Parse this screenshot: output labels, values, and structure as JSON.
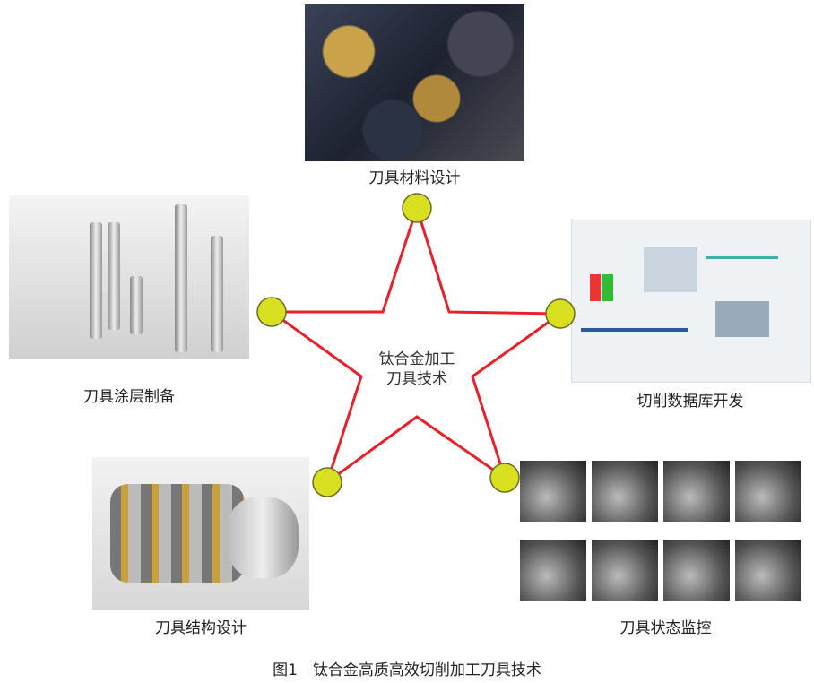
{
  "center": {
    "line1": "钛合金加工",
    "line2": "刀具技术"
  },
  "nodes": [
    {
      "label": "刀具材料设计"
    },
    {
      "label": "刀具涂层制备"
    },
    {
      "label": "切削数据库开发"
    },
    {
      "label": "刀具结构设计"
    },
    {
      "label": "刀具状态监控"
    }
  ],
  "caption": "图1　钛合金高质高效切削加工刀具技术",
  "colors": {
    "star_line": "#e8202a",
    "node_fill": "#d9e021",
    "node_stroke": "#6b6b2a"
  }
}
